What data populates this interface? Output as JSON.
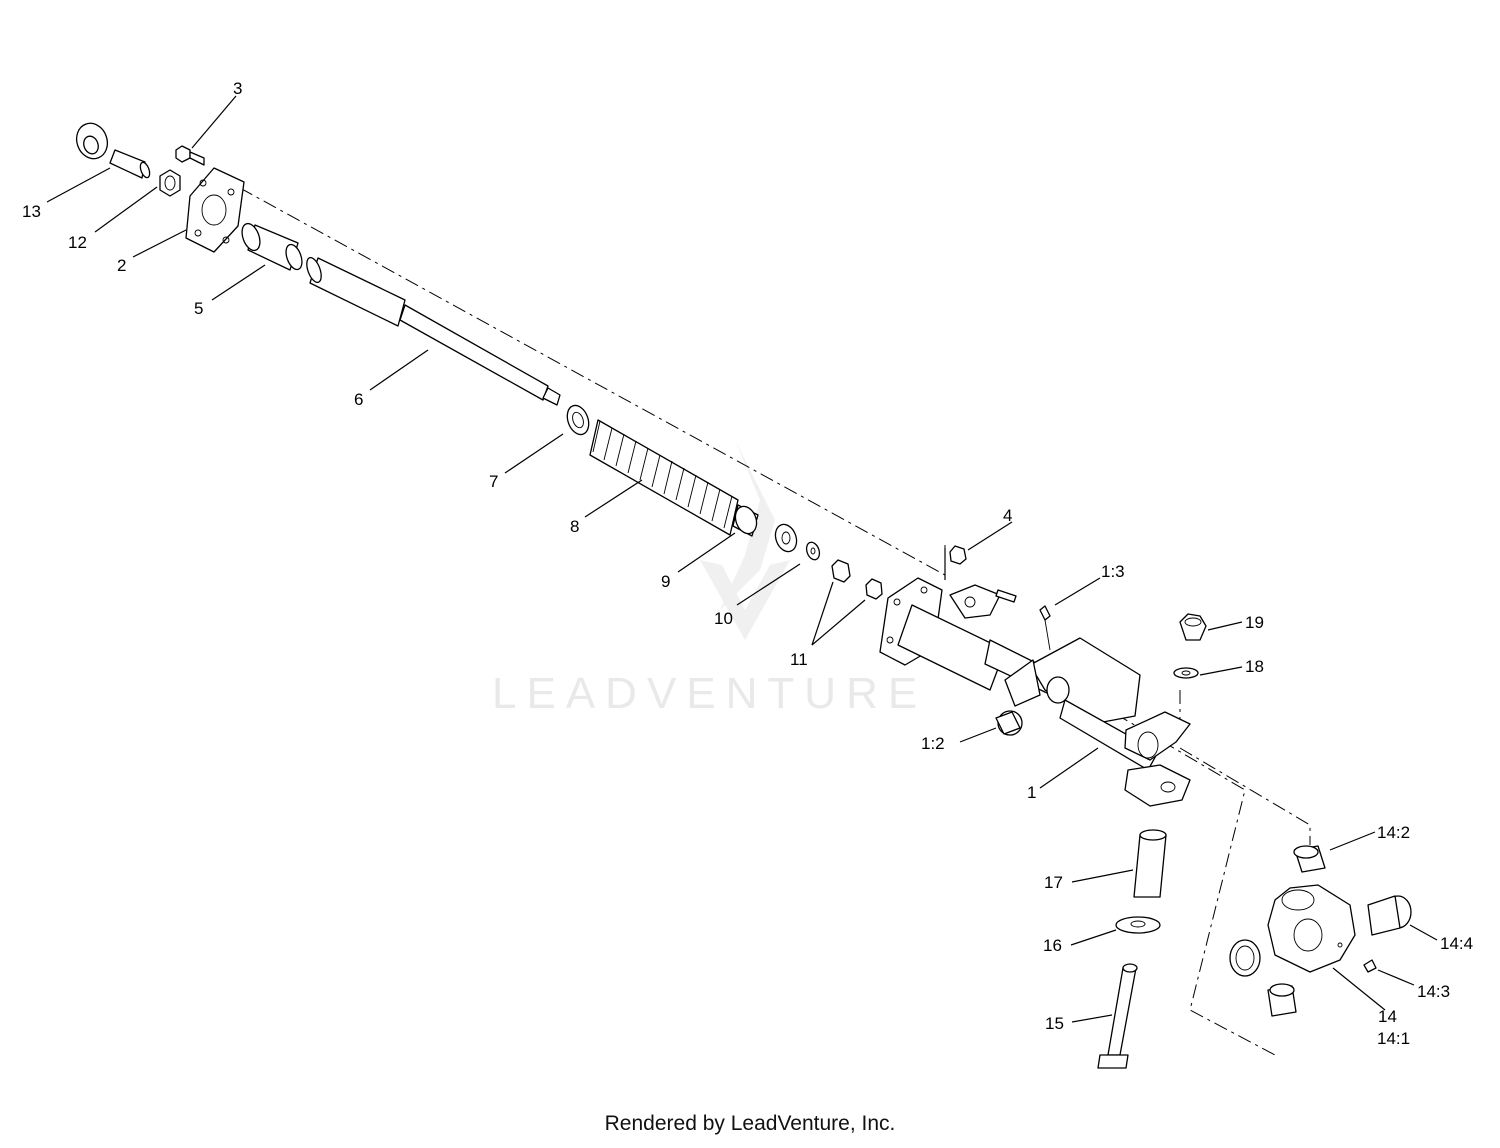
{
  "watermark": {
    "text": "LEADVENTURE"
  },
  "footer": {
    "text": "Rendered by LeadVenture, Inc."
  },
  "callouts": [
    {
      "id": "c3",
      "label": "3"
    },
    {
      "id": "c13",
      "label": "13"
    },
    {
      "id": "c12",
      "label": "12"
    },
    {
      "id": "c2",
      "label": "2"
    },
    {
      "id": "c5",
      "label": "5"
    },
    {
      "id": "c6",
      "label": "6"
    },
    {
      "id": "c7",
      "label": "7"
    },
    {
      "id": "c8",
      "label": "8"
    },
    {
      "id": "c9",
      "label": "9"
    },
    {
      "id": "c10",
      "label": "10"
    },
    {
      "id": "c11",
      "label": "11"
    },
    {
      "id": "c4",
      "label": "4"
    },
    {
      "id": "c1_3",
      "label": "1:3"
    },
    {
      "id": "c19",
      "label": "19"
    },
    {
      "id": "c18",
      "label": "18"
    },
    {
      "id": "c1_2",
      "label": "1:2"
    },
    {
      "id": "c1",
      "label": "1"
    },
    {
      "id": "c14_2",
      "label": "14:2"
    },
    {
      "id": "c17",
      "label": "17"
    },
    {
      "id": "c14_4",
      "label": "14:4"
    },
    {
      "id": "c16",
      "label": "16"
    },
    {
      "id": "c14_3",
      "label": "14:3"
    },
    {
      "id": "c15",
      "label": "15"
    },
    {
      "id": "c14",
      "label": "14"
    },
    {
      "id": "c14_1",
      "label": "14:1"
    }
  ]
}
